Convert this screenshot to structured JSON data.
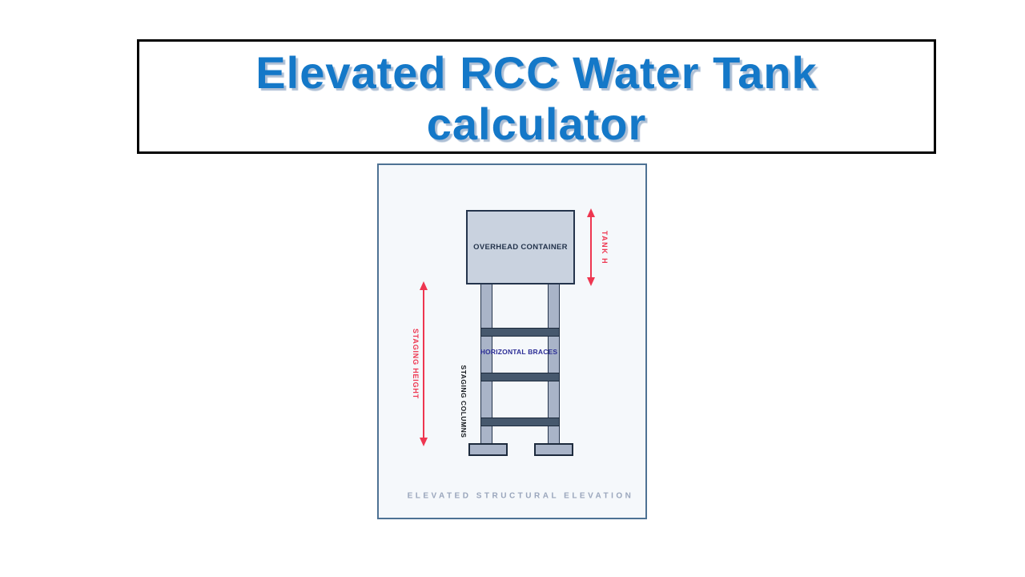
{
  "title": {
    "line1": "Elevated RCC Water Tank",
    "line2": "calculator",
    "color": "#1478C8"
  },
  "diagram": {
    "tank_label": "OVERHEAD CONTAINER",
    "tank_height_label": "TANK H",
    "staging_height_label": "STAGING HEIGHT",
    "staging_columns_label": "STAGING COLUMNS",
    "horizontal_braces_label": "HORIZONTAL BRACES",
    "caption": "ELEVATED STRUCTURAL ELEVATION",
    "brace_count": 3,
    "colors": {
      "dimension_red": "#EE3650",
      "tank_fill": "#C9D2DF",
      "structure_fill": "#A9B4C8",
      "brace_fill": "#46586D",
      "outline_navy": "#24344C",
      "horizontal_braces_label_color": "#2B2D96",
      "caption_color": "#9AA6BC",
      "panel_border": "#4E7294",
      "panel_bg": "#F5F8FB",
      "title_box_border": "#000000"
    }
  }
}
